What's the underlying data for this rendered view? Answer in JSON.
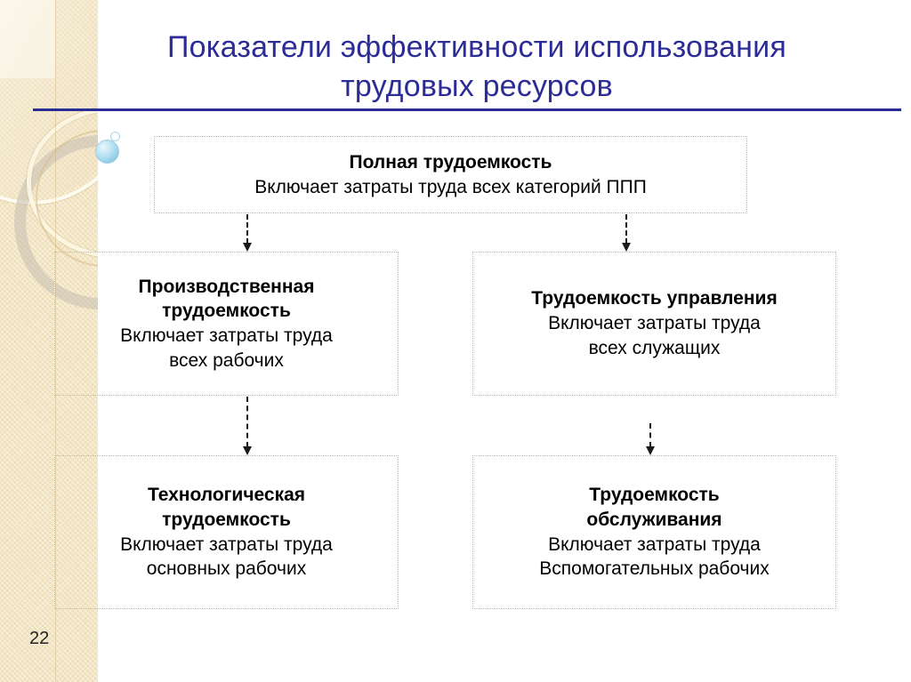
{
  "slide": {
    "title": "Показатели эффективности использования\nтрудовых ресурсов",
    "page_number": "22",
    "accent_color": "#2c2c96",
    "band_color": "#f3e6c5",
    "sphere_color": "#8fcbe6",
    "box_border_color": "#b9b9b9",
    "text_color": "#000000"
  },
  "diagram": {
    "type": "flowchart",
    "boxes": [
      {
        "id": "full",
        "heading": "Полная трудоемкость",
        "body": "Включает затраты труда всех категорий ППП",
        "level": 1
      },
      {
        "id": "production",
        "heading": "Производственная\nтрудоемкость",
        "body": "Включает затраты труда\nвсех рабочих",
        "level": 2
      },
      {
        "id": "management",
        "heading": "Трудоемкость управления",
        "body": "Включает затраты труда\nвсех служащих",
        "level": 2
      },
      {
        "id": "technological",
        "heading": "Технологическая\nтрудоемкость",
        "body": "Включает затраты труда\nосновных рабочих",
        "level": 3
      },
      {
        "id": "service",
        "heading": "Трудоемкость\nобслуживания",
        "body": "Включает затраты труда\nВспомогательных рабочих",
        "level": 3
      }
    ],
    "connectors": [
      {
        "id": "c1",
        "from": "full",
        "to": "production",
        "style": "dashed-arrow-down"
      },
      {
        "id": "c2",
        "from": "full",
        "to": "management",
        "style": "dashed-arrow-down"
      },
      {
        "id": "c3",
        "from": "production",
        "to": "technological",
        "style": "dashed-arrow-down"
      },
      {
        "id": "c4",
        "from": "management",
        "to": "service",
        "style": "dashed-arrow-down"
      }
    ]
  }
}
